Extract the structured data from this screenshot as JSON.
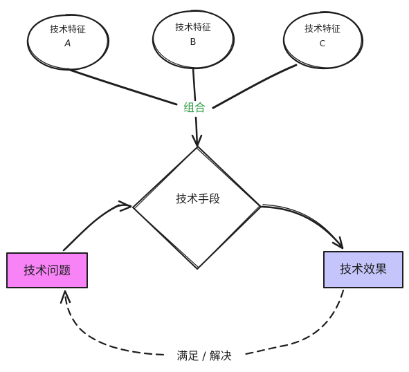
{
  "nodes": {
    "feature_a": {
      "line1": "技术特征",
      "line2": "A"
    },
    "feature_b": {
      "line1": "技术特征",
      "line2": "B"
    },
    "feature_c": {
      "line1": "技术特征",
      "line2": "C"
    },
    "means": {
      "label": "技术手段"
    },
    "problem": {
      "label": "技术问题",
      "fill": "#f783f7"
    },
    "effect": {
      "label": "技术效果",
      "fill": "#c5c5fb"
    }
  },
  "edges": {
    "combine_label": "组合",
    "combine_color": "#2f9e44",
    "satisfy_label": "满足 / 解决"
  }
}
